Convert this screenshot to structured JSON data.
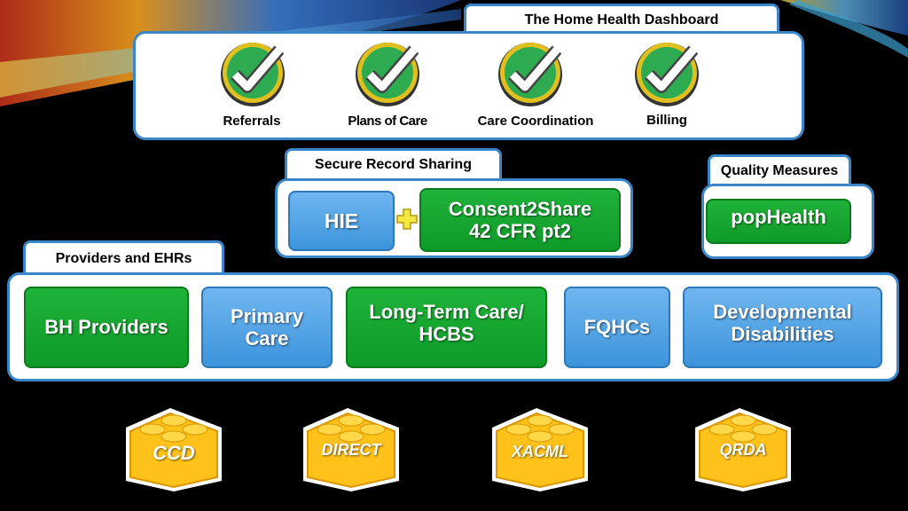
{
  "colors": {
    "green": "#13a62f",
    "blue": "#4fa3e6",
    "panel_border": "#3a86c8",
    "block_yellow": "#ffc21a"
  },
  "dashboard": {
    "title": "The Home Health Dashboard",
    "items": [
      {
        "label": "Referrals",
        "icon": "checkmark-icon"
      },
      {
        "label": "Plans of Care",
        "icon": "checkmark-icon"
      },
      {
        "label": "Care Coordination",
        "icon": "checkmark-icon"
      },
      {
        "label": "Billing",
        "icon": "checkmark-icon"
      }
    ]
  },
  "secure_sharing": {
    "title": "Secure Record Sharing",
    "hie": "HIE",
    "plus_icon": "plus-icon",
    "consent_line1": "Consent2Share",
    "consent_line2": "42 CFR pt2"
  },
  "quality": {
    "title": "Quality Measures",
    "item": "popHealth"
  },
  "providers": {
    "title": "Providers and EHRs",
    "bh": "BH Providers",
    "primary_line1": "Primary",
    "primary_line2": "Care",
    "ltc_line1": "Long-Term Care/",
    "ltc_line2": "HCBS",
    "fqhc": "FQHCs",
    "dd_line1": "Developmental",
    "dd_line2": "Disabilities"
  },
  "standards": [
    {
      "label": "CCD",
      "icon": "building-block-icon"
    },
    {
      "label": "DIRECT",
      "icon": "building-block-icon"
    },
    {
      "label": "XACML",
      "icon": "building-block-icon"
    },
    {
      "label": "QRDA",
      "icon": "building-block-icon"
    }
  ]
}
